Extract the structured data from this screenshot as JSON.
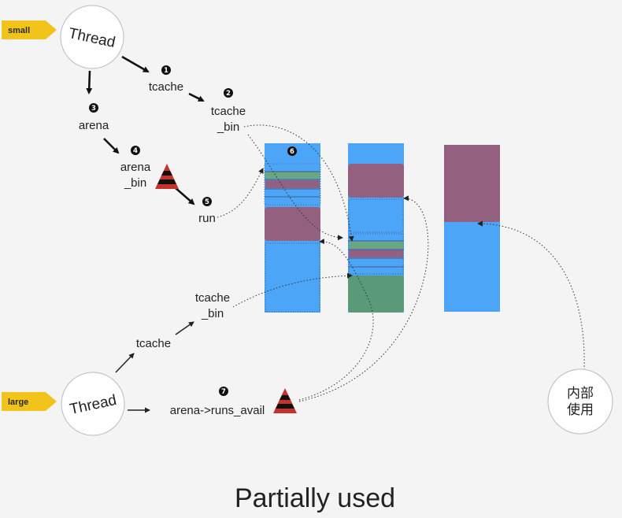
{
  "tags": {
    "small": "small",
    "large": "large"
  },
  "nodes": {
    "thread_top": "Thread",
    "thread_bottom": "Thread",
    "tcache_top": "tcache",
    "tcache_bin_top": [
      "tcache",
      "_bin"
    ],
    "arena": "arena",
    "arena_bin": [
      "arena",
      "_bin"
    ],
    "run": "run",
    "tcache_bottom": "tcache",
    "tcache_bin_bottom": [
      "tcache",
      "_bin"
    ],
    "runs_avail": "arena->runs_avail",
    "internal_use": [
      "内部",
      "使用"
    ]
  },
  "steps": {
    "s1": "1",
    "s2": "2",
    "s3": "3",
    "s4": "4",
    "s5": "5",
    "s6": "6",
    "s7": "7"
  },
  "caption": "Partially used",
  "colors": {
    "chunk_blue": "#4da5f7",
    "run_purple": "#93607f",
    "region_green": "#5a9a78",
    "stripe_green": "#6aa67f",
    "tag_yellow": "#f2c41b",
    "warning_red": "#c8322c",
    "background": "#f4f4f4"
  },
  "icons": {
    "warning": "warning-cone-icon",
    "step_badge": "numbered-circle-icon"
  }
}
